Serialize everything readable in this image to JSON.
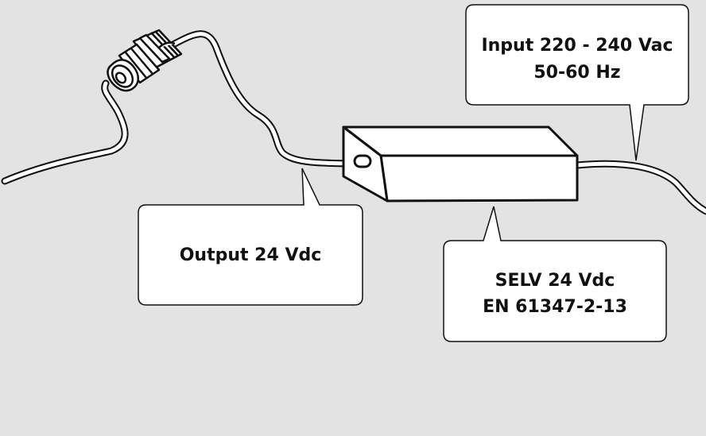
{
  "colors": {
    "background": "#e3e3e3",
    "stroke": "#111111",
    "box_fill": "#ffffff"
  },
  "callouts": {
    "input": {
      "line1": "Input 220 - 240 Vac",
      "line2": "50-60 Hz"
    },
    "output": {
      "line1": "Output 24 Vdc"
    },
    "selv": {
      "line1": "SELV 24 Vdc",
      "line2": "EN 61347-2-13"
    }
  }
}
